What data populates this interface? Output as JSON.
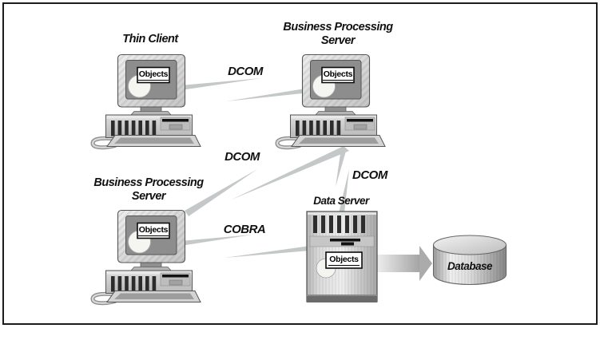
{
  "figure": {
    "background": "#ffffff",
    "border_color": "#1c1c1c"
  },
  "colors": {
    "connector_fill": "#c5c8c8",
    "monitor_screen": "#8d8d8d",
    "clipart_light": "#e9e9e9",
    "clipart_dark": "#565656",
    "card_border": "#0c0c0c",
    "label_color": "#111111"
  },
  "nodes": {
    "thin_client": {
      "title": "Thin Client",
      "screen_label": "Objects"
    },
    "business_server_top": {
      "title_line1": "Business Processing",
      "title_line2": "Server",
      "screen_label": "Objects"
    },
    "business_server_bottom": {
      "title_line1": "Business Processing",
      "title_line2": "Server",
      "screen_label": "Objects"
    },
    "data_server": {
      "title": "Data Server",
      "screen_label": "Objects"
    },
    "database": {
      "title": "Database"
    }
  },
  "connections": {
    "dcom_top": {
      "label": "DCOM",
      "from": "thin_client",
      "to": "business_server_top"
    },
    "dcom_middle": {
      "label": "DCOM",
      "from": "business_server_bottom",
      "to": "business_server_top"
    },
    "dcom_vertical": {
      "label": "DCOM",
      "from": "business_server_top",
      "to": "data_server"
    },
    "corba": {
      "label": "COBRA",
      "from": "business_server_bottom",
      "to": "data_server"
    },
    "db_arrow": {
      "label": "",
      "from": "data_server",
      "to": "database"
    }
  }
}
